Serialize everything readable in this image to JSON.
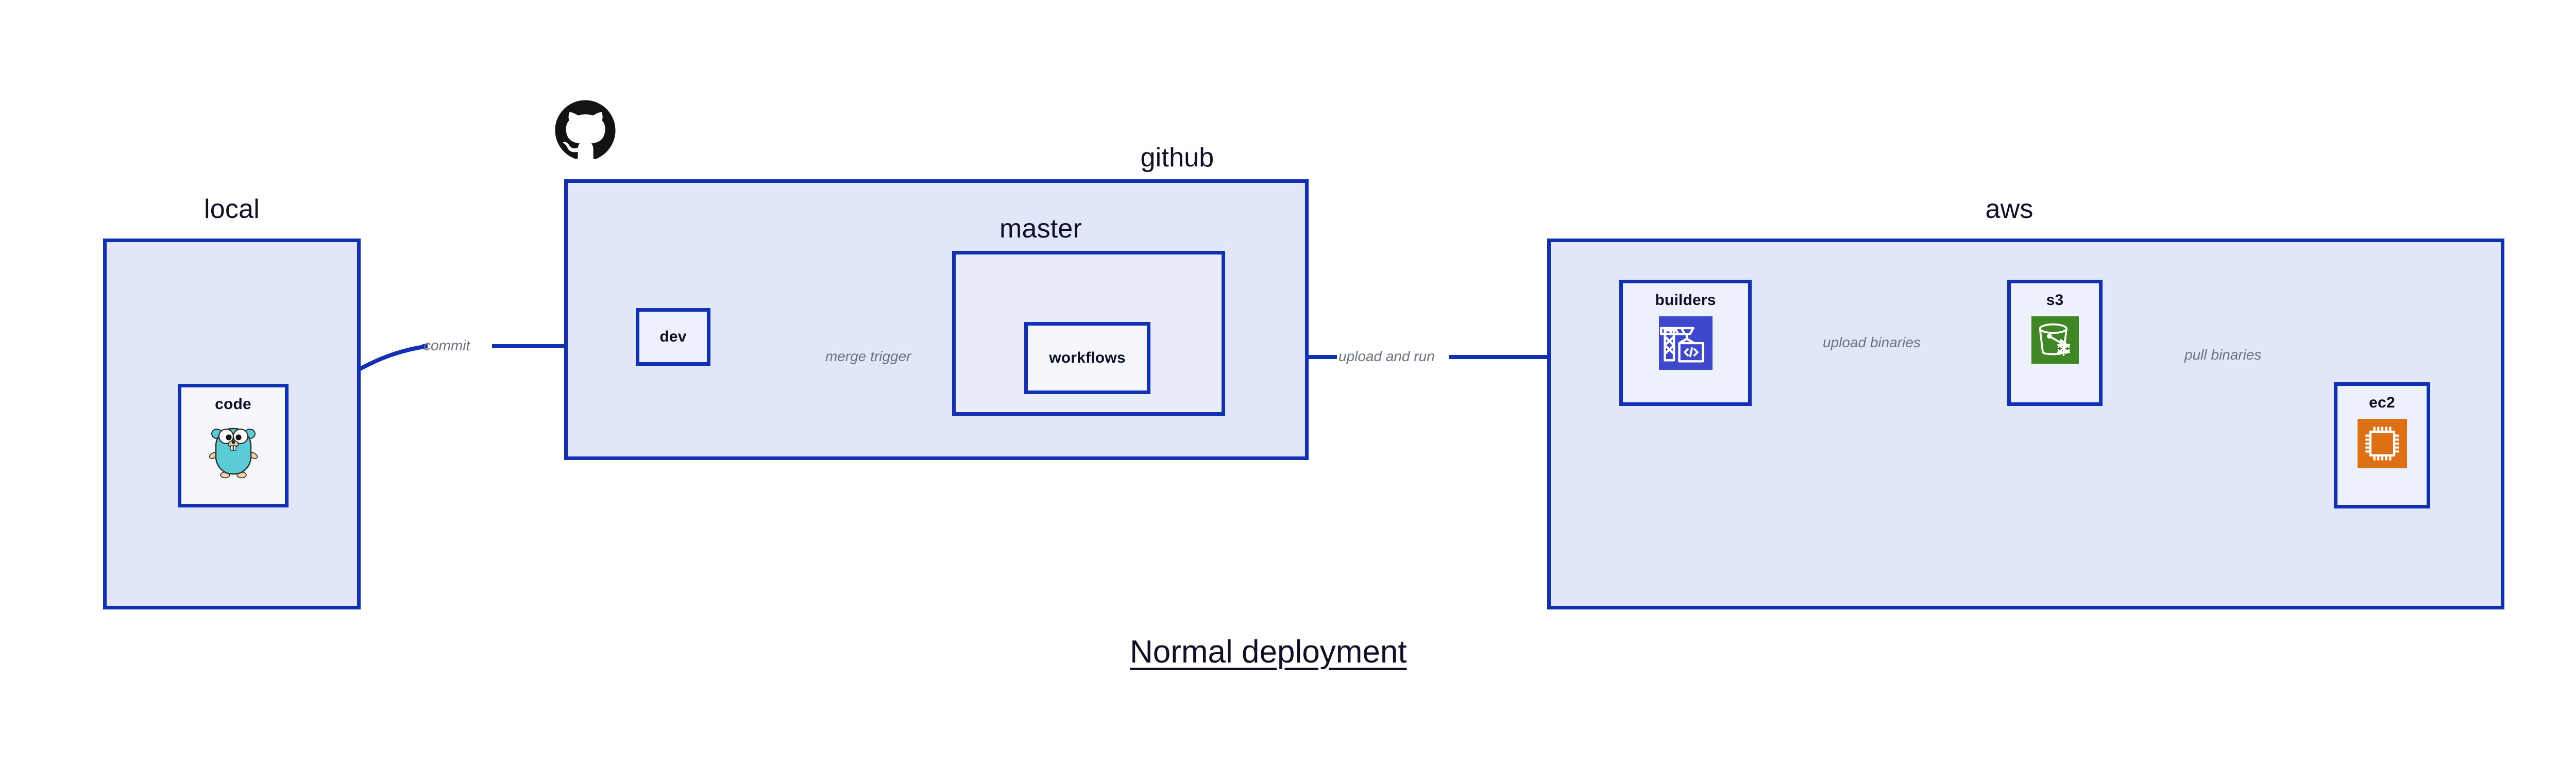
{
  "diagram": {
    "caption": "Normal deployment",
    "colors": {
      "edge": "#1230B4",
      "group_border": "#1230B4",
      "group_fill": "#E1E7F8",
      "node_fill": "#EDF1FB",
      "label_text": "#6D7280",
      "title_text": "#0E1026",
      "codebuild_icon": "#3F48CC",
      "s3_icon": "#3F8624",
      "ec2_icon": "#DD7015",
      "gopher_body": "#5BCCD6",
      "github_logo": "#131313"
    },
    "groups": [
      {
        "id": "local",
        "label": "local"
      },
      {
        "id": "github",
        "label": "github"
      },
      {
        "id": "master",
        "label": "master"
      },
      {
        "id": "aws",
        "label": "aws"
      }
    ],
    "nodes": [
      {
        "id": "code",
        "label": "code",
        "icon": "go-gopher-icon"
      },
      {
        "id": "dev",
        "label": "dev",
        "icon": "none"
      },
      {
        "id": "workflows",
        "label": "workflows",
        "icon": "none"
      },
      {
        "id": "builders",
        "label": "builders",
        "icon": "aws-codebuild-icon"
      },
      {
        "id": "s3",
        "label": "s3",
        "icon": "aws-s3-glacier-icon"
      },
      {
        "id": "ec2",
        "label": "ec2",
        "icon": "aws-ec2-icon"
      }
    ],
    "edges": [
      {
        "id": "commit",
        "label": "commit",
        "from": "code",
        "to": "dev"
      },
      {
        "id": "merge-trigger",
        "label": "merge trigger",
        "from": "dev",
        "to": "workflows"
      },
      {
        "id": "upload-and-run",
        "label": "upload and run",
        "from": "workflows",
        "to": "builders"
      },
      {
        "id": "upload-binaries",
        "label": "upload binaries",
        "from": "builders",
        "to": "s3"
      },
      {
        "id": "pull-binaries",
        "label": "pull binaries",
        "from": "s3",
        "to": "ec2"
      }
    ],
    "logos": [
      {
        "id": "github-logo",
        "name": "github-octocat-logo"
      }
    ]
  }
}
